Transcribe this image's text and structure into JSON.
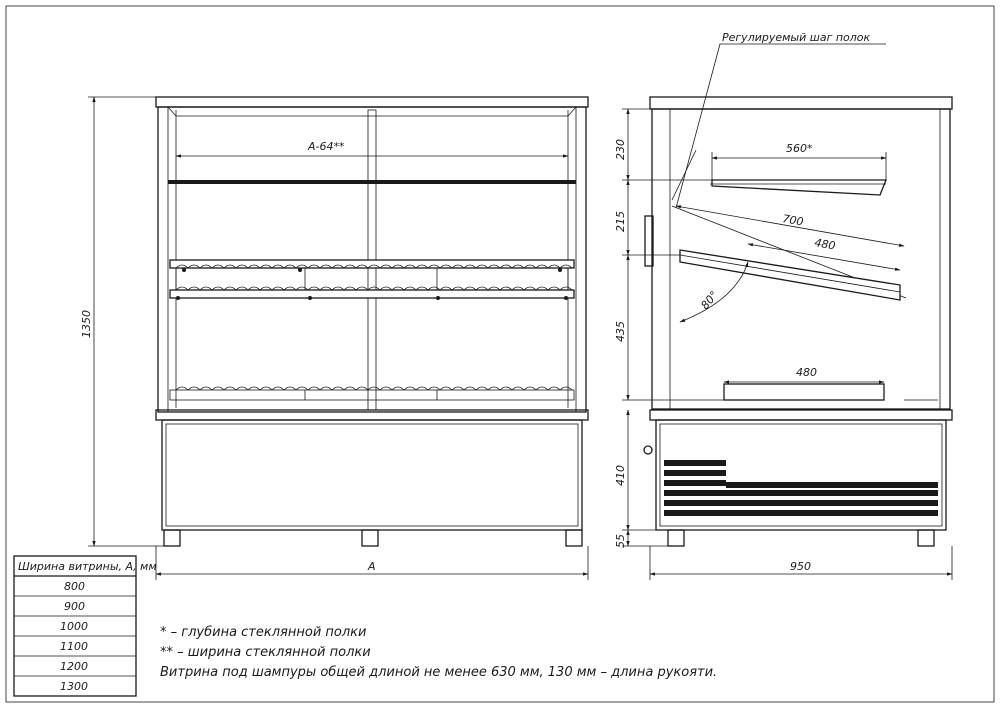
{
  "labels": {
    "adjustable_step": "Регулируемый шаг полок",
    "front_inner_width": "A-64**",
    "side_shelf_depth_top": "560*",
    "side_diag": "700",
    "side_shelf_depth_mid": "480",
    "side_shelf_depth_bottom": "480",
    "side_angle": "80°",
    "total_height": "1350",
    "dim_230": "230",
    "dim_215": "215",
    "dim_435": "435",
    "dim_410": "410",
    "dim_55": "55",
    "width_a": "A",
    "depth_950": "950"
  },
  "table": {
    "header": "Ширина витрины, А, мм",
    "rows": [
      "800",
      "900",
      "1000",
      "1100",
      "1200",
      "1300"
    ]
  },
  "notes": [
    "* – глубина стеклянной полки",
    "** – ширина стеклянной полки",
    "Витрина под шампуры общей длиной не менее 630 мм, 130 мм – длина рукояти."
  ]
}
